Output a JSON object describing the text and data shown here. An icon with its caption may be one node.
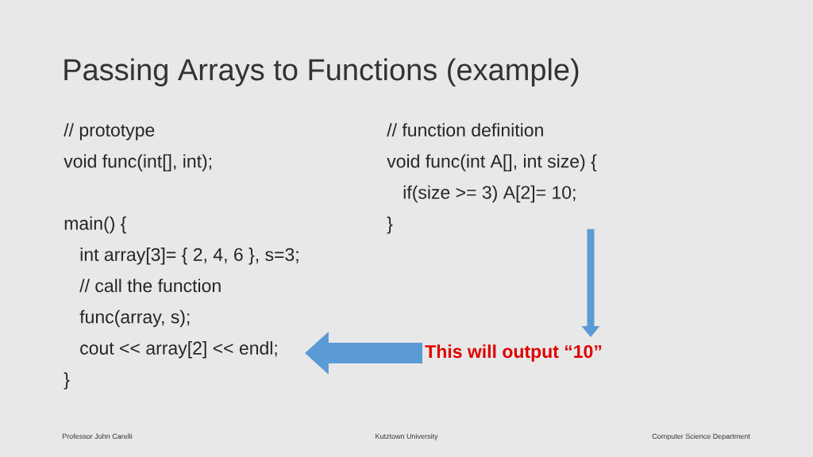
{
  "diagram": {
    "title": "Passing Arrays to Functions (example)",
    "nodes": [
      {
        "text": [
          "// prototype",
          "void func(int[], int);",
          "main() {",
          "int array[3]= { 2, 4, 6 }, s=3;",
          "// call the function",
          "func(array, s);",
          "cout << array[2] << endl;",
          "}"
        ]
      },
      {
        "text": [
          "// function definition",
          "void func(int A[], int size) {",
          "if(size >= 3) A[2]= 10;",
          "}"
        ]
      },
      {
        "text": [
          "This will output “10”"
        ]
      }
    ],
    "edges": [
      {
        "from": 1,
        "to": 2,
        "arrow": "to"
      },
      {
        "from": 2,
        "to": 0,
        "arrow": "to",
        "style": "thick"
      }
    ],
    "labels": [
      "Professor John Carelli",
      "Kutztown University",
      "Computer Science Department"
    ]
  }
}
